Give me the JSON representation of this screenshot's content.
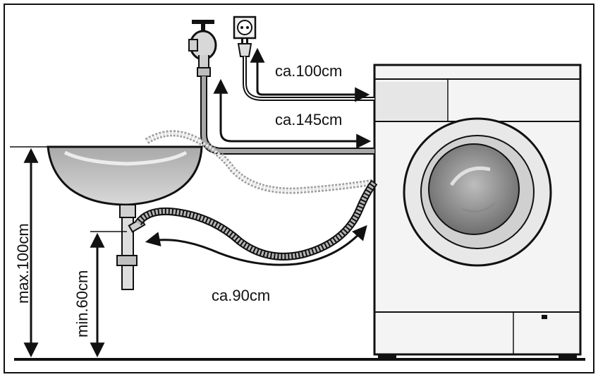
{
  "labels": {
    "power_cord_length": "ca.100cm",
    "inlet_hose_length": "ca.145cm",
    "drain_hose_length": "ca.90cm",
    "max_height": "max.100cm",
    "min_height": "min.60cm"
  },
  "colors": {
    "outline": "#111111",
    "hose": "#8c8c8c",
    "hose_light": "#c8c8c8",
    "machine_fill": "#f2f2f2",
    "sink_fill": "#bdbdbd",
    "glass_fill": "#9a9a9a"
  },
  "icons": {
    "tap": "water-tap-icon",
    "socket": "power-socket-icon",
    "plug": "power-plug-icon"
  }
}
